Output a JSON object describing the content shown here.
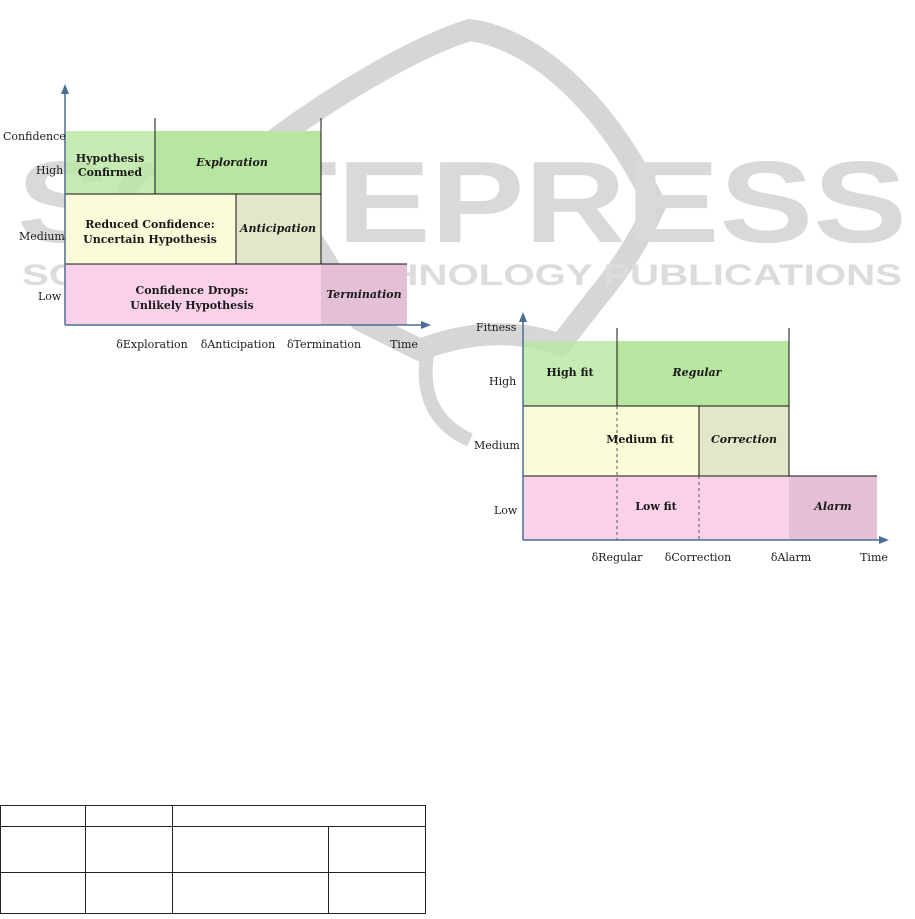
{
  "watermark": {
    "main": "SCITEPRESS",
    "sub": "SCIENCE AND TECHNOLOGY PUBLICATIONS"
  },
  "colors": {
    "green": "#b8e6a0",
    "yellow": "#fbfbd9",
    "olive": "#e3e6c8",
    "pink": "#f9d2ea",
    "mauve": "#e4bfd5",
    "axis": "#4a6e96"
  },
  "confidence": {
    "y_axis_label": "Confidence",
    "x_axis_label": "Time",
    "levels": {
      "high": "High",
      "medium": "Medium",
      "low": "Low"
    },
    "ticks": {
      "exploration": "δExploration",
      "anticipation": "δAnticipation",
      "termination": "δTermination"
    },
    "regions": {
      "hypothesis_confirmed": [
        "Hypothesis",
        "Confirmed"
      ],
      "exploration": "Exploration",
      "reduced_confidence": [
        "Reduced Confidence:",
        "Uncertain Hypothesis"
      ],
      "anticipation": "Anticipation",
      "confidence_drops": [
        "Confidence Drops:",
        "Unlikely Hypothesis"
      ],
      "termination": "Termination"
    }
  },
  "fitness": {
    "y_axis_label": "Fitness",
    "x_axis_label": "Time",
    "levels": {
      "high": "High",
      "medium": "Medium",
      "low": "Low"
    },
    "ticks": {
      "regular": "δRegular",
      "correction": "δCorrection",
      "alarm": "δAlarm"
    },
    "regions": {
      "high_fit": "High fit",
      "regular": "Regular",
      "medium_fit": "Medium fit",
      "correction": "Correction",
      "low_fit": "Low fit",
      "alarm": "Alarm"
    }
  }
}
